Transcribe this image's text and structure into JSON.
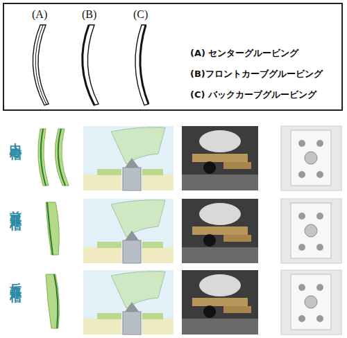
{
  "diagram": {
    "nodes": [
      {
        "text": [
          "(A)",
          "(B)",
          "(C)",
          "(A) センターグルービング",
          "(B)フロントカーブグルービング",
          "(C) バックカーブグルービング"
        ]
      }
    ],
    "labels": [
      "中心槽",
      "前弧开槽",
      "后弧开槽"
    ]
  }
}
